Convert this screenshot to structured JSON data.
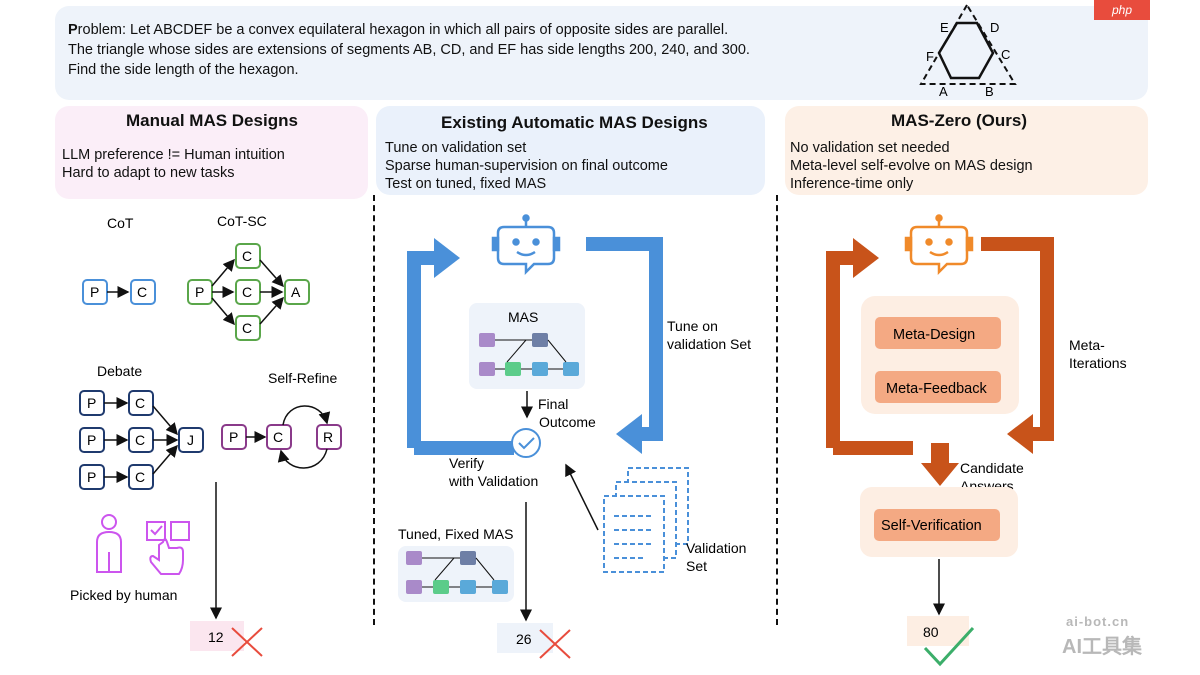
{
  "problem": {
    "bold_letter": "P",
    "line1_rest": "roblem: Let ABCDEF be a convex equilateral hexagon in which all pairs of opposite sides are parallel.",
    "line2": "The triangle whose sides are extensions of segments AB, CD, and EF has side lengths 200, 240, and 300.",
    "line3": "Find the side length of the hexagon.",
    "hex_labels": {
      "A": "A",
      "B": "B",
      "C": "C",
      "D": "D",
      "E": "E",
      "F": "F"
    }
  },
  "manual": {
    "title": "Manual MAS Designs",
    "line1": "LLM preference != Human intuition",
    "line2": "Hard to adapt to new tasks",
    "cot": "CoT",
    "cotsc": "CoT-SC",
    "debate": "Debate",
    "selfrefine": "Self-Refine",
    "picked": "Picked by human",
    "score": "12",
    "nodes": {
      "P": "P",
      "C": "C",
      "A": "A",
      "J": "J",
      "R": "R"
    }
  },
  "existing": {
    "title": "Existing Automatic MAS Designs",
    "line1": "Tune on validation set",
    "line2": "Sparse human-supervision on final outcome",
    "line3": "Test on tuned, fixed MAS",
    "mas": "MAS",
    "final1": "Final",
    "final2": "Outcome",
    "tune1": "Tune on",
    "tune2": "validation Set",
    "verify1": "Verify",
    "verify2": "with Validation",
    "tuned": "Tuned, Fixed MAS",
    "valset1": "Validation",
    "valset2": "Set",
    "score": "26"
  },
  "maszero": {
    "title": "MAS-Zero (Ours)",
    "line1": "No validation set needed",
    "line2": "Meta-level self-evolve on MAS design",
    "line3": "Inference-time only",
    "meta_design": "Meta-Design",
    "meta_feedback": "Meta-Feedback",
    "meta_iter1": "Meta-",
    "meta_iter2": "Iterations",
    "cand1": "Candidate",
    "cand2": "Answers",
    "selfver": "Self-Verification",
    "score": "80"
  },
  "watermarks": {
    "badge": "php",
    "site": "ai-bot.cn",
    "name": "AI工具集"
  },
  "colors": {
    "blue": "#4a90d9",
    "green": "#5aa64a",
    "navy": "#1f3a6e",
    "purple": "#8a3a8a",
    "orange": "#c8531a",
    "magenta": "#cc55ee",
    "red": "#e84c3d",
    "check": "#3cae6a"
  }
}
